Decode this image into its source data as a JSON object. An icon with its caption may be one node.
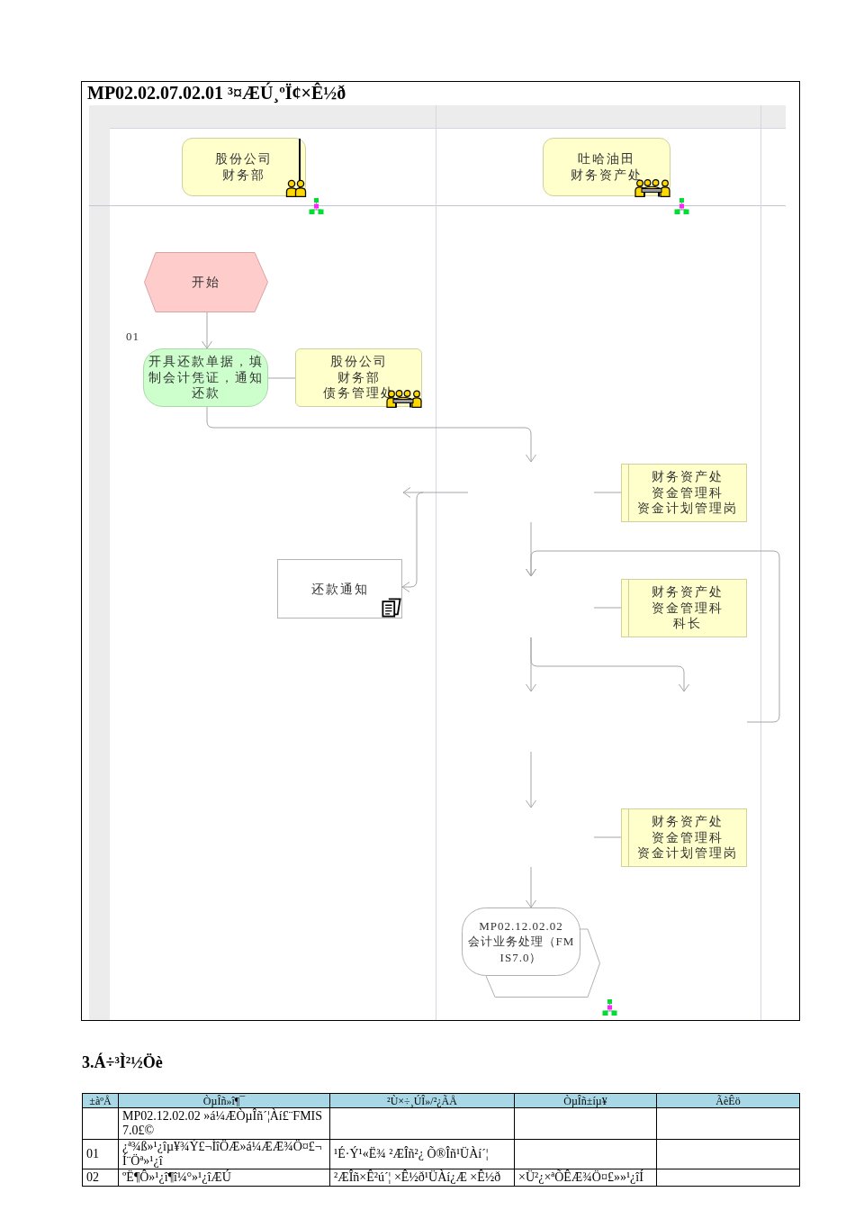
{
  "diagram": {
    "title": "MP02.02.07.02.01 ³¤ÆÚ¸ºÏ¢×Ê½ð",
    "nodes": [
      {
        "text": [
          "股份公司财务部"
        ]
      },
      {
        "text": [
          "吐哈油田财务资产处"
        ]
      },
      {
        "text": [
          "开始"
        ]
      },
      {
        "text": [
          "开具还款单据，填制会计凭证，通知还款"
        ],
        "beside": [
          "01"
        ]
      },
      {
        "text": [
          "股份公司财务部债务管理处"
        ]
      },
      {
        "text": [
          "财务资产处资金管理科资金计划管理岗"
        ]
      },
      {
        "text": [
          "还款通知"
        ]
      },
      {
        "text": [
          "财务资产处资金管理科科长"
        ]
      },
      {
        "text": [
          "财务资产处资金管理科资金计划管理岗"
        ]
      },
      {
        "text": [
          "MP02.12.02.02 会计业务处理（FMIS7.0）"
        ]
      }
    ],
    "edges": [
      {
        "from": 2,
        "to": 3,
        "arrow": "to"
      },
      {
        "from": 3,
        "to": 4,
        "arrow": "none"
      },
      {
        "from": 3,
        "to": null,
        "arrow": "to"
      },
      {
        "from": null,
        "to": 6,
        "arrow": "to"
      },
      {
        "from": null,
        "to": 5,
        "arrow": "none"
      },
      {
        "from": null,
        "to": 7,
        "arrow": "none"
      },
      {
        "from": null,
        "to": 8,
        "arrow": "none"
      },
      {
        "from": null,
        "to": 9,
        "arrow": "to"
      }
    ],
    "labels": [
      "3.Á÷³Ì²½Öè",
      "±àºÅ",
      "ÒµÎñ»î¶¯",
      "²Ù×÷¸ÚÎ»/²¿ÃÅ",
      "ÒµÎñ±íµ¥",
      "ÃèÊö",
      "MP02.12.02.02 »á¼ÆÒµÎñ´¦Àí£¨FMIS7.0£©",
      "01",
      "¿ª¾ß»¹¿îµ¥¾Ý£¬ÌîÖÆ»á¼ÆÆ¾Ö¤£¬Í¨Öª»¹¿î",
      "¹É·Ý¹«Ë¾ ²ÆÎñ²¿ Õ®Îñ¹ÜÀí´¦",
      "02",
      "ºË¶Ô»¹¿î¶î¼°»¹¿îÆÚ",
      "²ÆÎñ×Ê²ú´¦ ×Ê½ð¹ÜÀí¿Æ ×Ê½ð",
      "×Ü²¿×ªÕÊÆ¾Ö¤£»»¹¿îÍ"
    ]
  }
}
